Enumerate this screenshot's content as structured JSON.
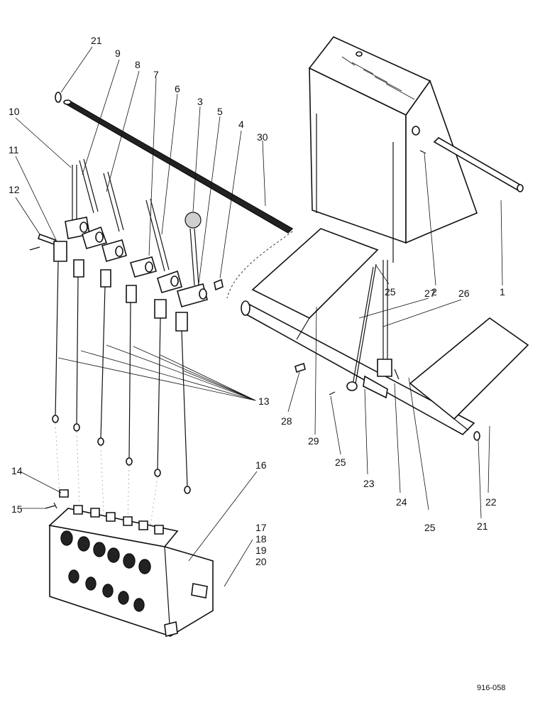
{
  "figure_ref": "916-058",
  "callouts": {
    "c1": "1",
    "c2": "2",
    "c3": "3",
    "c4": "4",
    "c5": "5",
    "c6": "6",
    "c7": "7",
    "c8": "8",
    "c9": "9",
    "c10": "10",
    "c11": "11",
    "c12": "12",
    "c13": "13",
    "c14": "14",
    "c15": "15",
    "c16": "16",
    "c17": "17",
    "c18": "18",
    "c19": "19",
    "c20": "20",
    "c21a": "21",
    "c21b": "21",
    "c22": "22",
    "c23": "23",
    "c24": "24",
    "c25a": "25",
    "c25b": "25",
    "c25c": "25",
    "c26": "26",
    "c27": "27",
    "c28": "28",
    "c29": "29",
    "c30": "30"
  }
}
